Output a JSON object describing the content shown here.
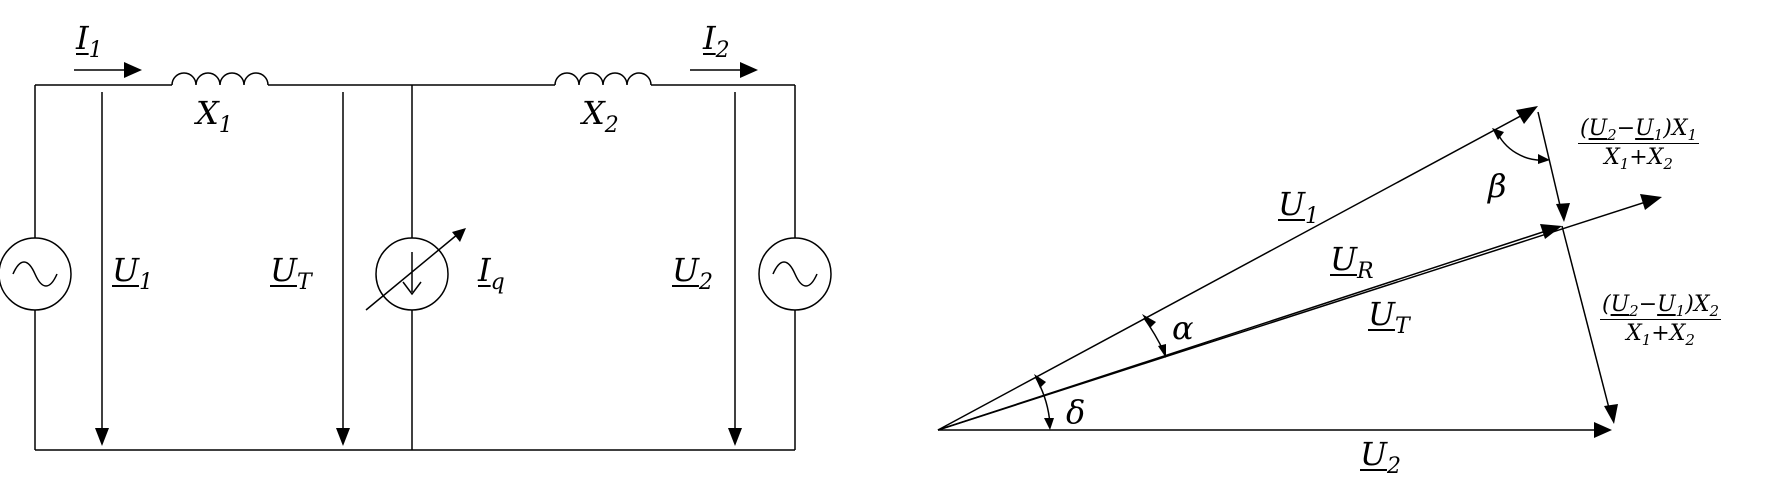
{
  "circuit": {
    "source_left_current": {
      "sym": "I",
      "sub": "1"
    },
    "source_right_current": {
      "sym": "I",
      "sub": "2"
    },
    "reactance_1": {
      "sym": "X",
      "sub": "1"
    },
    "reactance_2": {
      "sym": "X",
      "sub": "2"
    },
    "voltage_1": {
      "sym": "U",
      "sub": "1"
    },
    "voltage_t": {
      "sym": "U",
      "sub": "T"
    },
    "voltage_2": {
      "sym": "U",
      "sub": "2"
    },
    "controlled_current": {
      "sym": "I",
      "sub": "q"
    }
  },
  "phasor": {
    "u1": {
      "sym": "U",
      "sub": "1"
    },
    "ur": {
      "sym": "U",
      "sub": "R"
    },
    "ut": {
      "sym": "U",
      "sub": "T"
    },
    "u2": {
      "sym": "U",
      "sub": "2"
    },
    "alpha": "α",
    "beta": "β",
    "delta": "δ",
    "frac_top": {
      "num_a": "U",
      "num_a_sub": "2",
      "minus": "−",
      "num_b": "U",
      "num_b_sub": "1",
      "num_x": "X",
      "num_x_sub": "1",
      "den_a": "X",
      "den_a_sub": "1",
      "plus": "+",
      "den_b": "X",
      "den_b_sub": "2"
    },
    "frac_bottom": {
      "num_a": "U",
      "num_a_sub": "2",
      "minus": "−",
      "num_b": "U",
      "num_b_sub": "1",
      "num_x": "X",
      "num_x_sub": "2",
      "den_a": "X",
      "den_a_sub": "1",
      "plus": "+",
      "den_b": "X",
      "den_b_sub": "2"
    }
  }
}
